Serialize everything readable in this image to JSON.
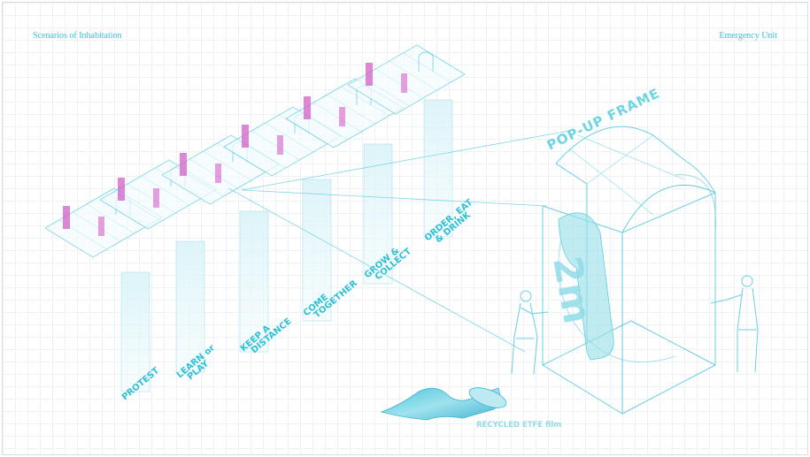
{
  "header": {
    "left_title": "Scenarios of Inhabitation",
    "right_title": "Emergency Unit"
  },
  "stages": [
    {
      "line1": "PROTEST",
      "line2": ""
    },
    {
      "line1": "LEARN or",
      "line2": "PLAY"
    },
    {
      "line1": "KEEP A",
      "line2": "DISTANCE"
    },
    {
      "line1": "COME",
      "line2": "TOGETHER"
    },
    {
      "line1": "GROW &",
      "line2": "COLLECT"
    },
    {
      "line1": "ORDER, EAT",
      "line2": "& DRINK"
    }
  ],
  "unit": {
    "frame_label": "POP-UP FRAME",
    "distance_label": "2m",
    "film_label": "RECYCLED ETFE film"
  },
  "colors": {
    "line": "#5fcfe0",
    "magenta": "#d35fc8",
    "text": "#2cc0d6"
  }
}
